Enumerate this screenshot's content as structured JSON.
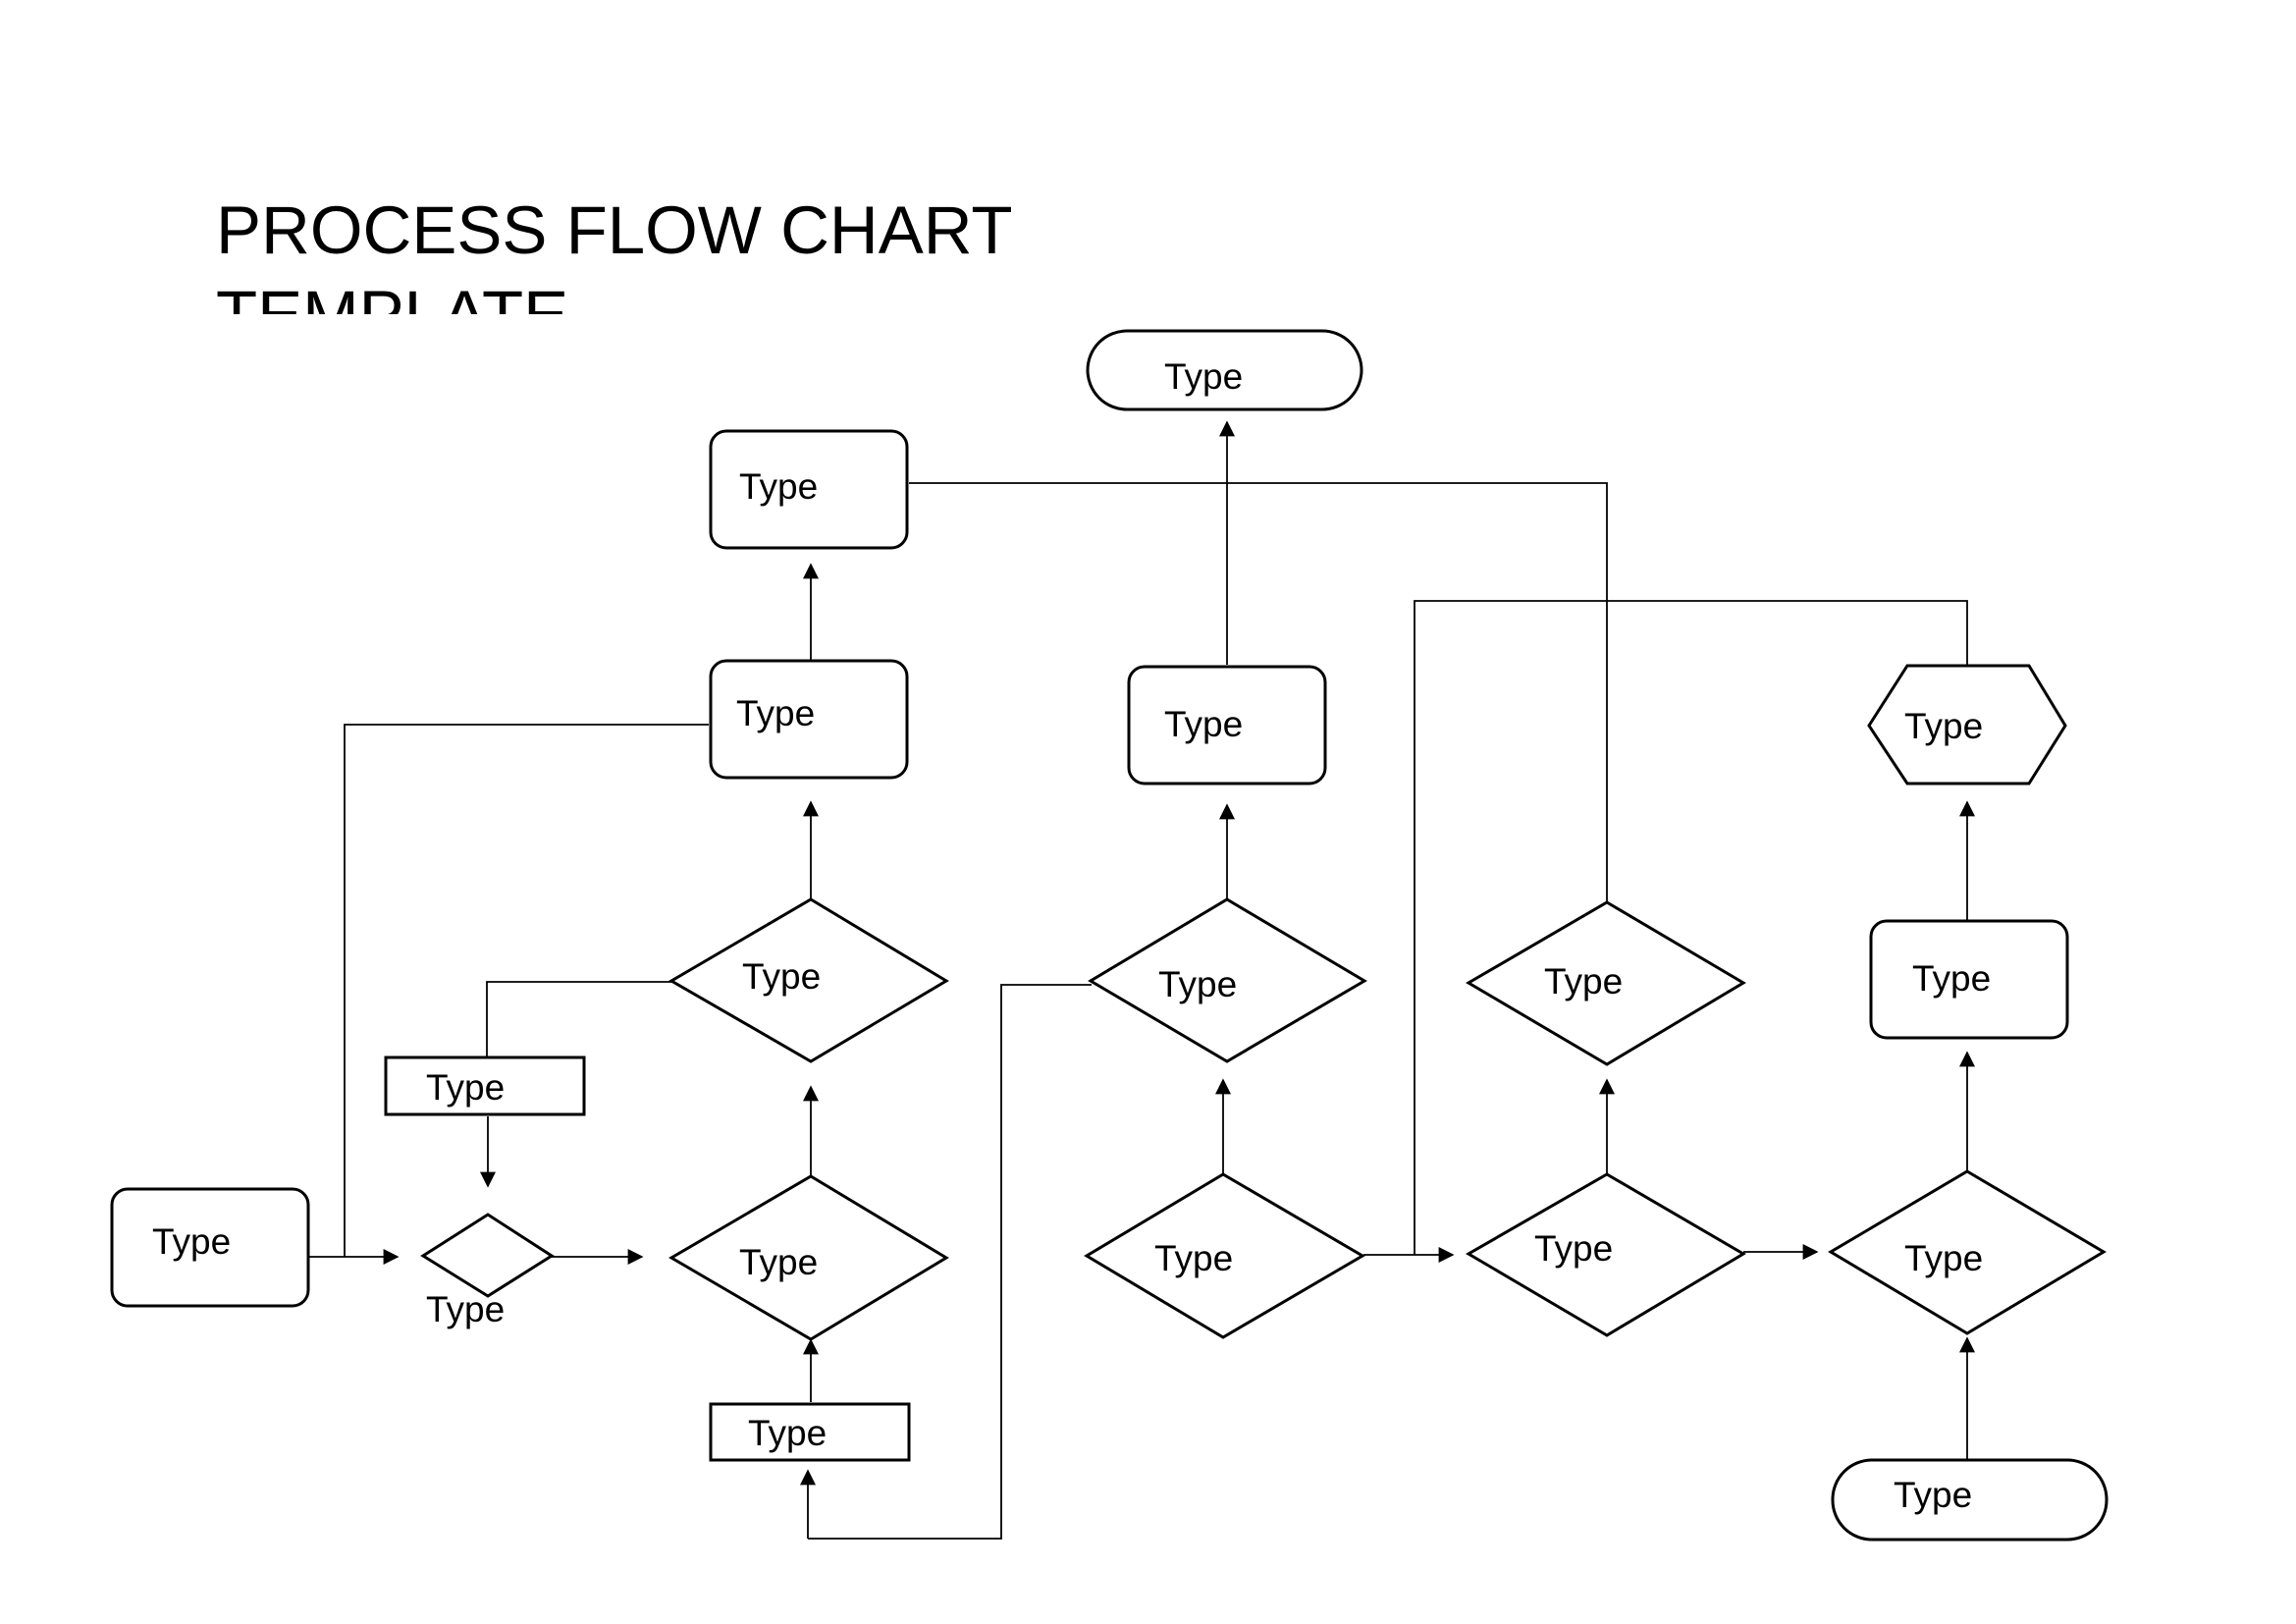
{
  "title": "PROCESS FLOW CHART TEMPLATE",
  "nodes": {
    "terminal_top": "Type",
    "process_upper": "Type",
    "process_mid_left": "Type",
    "process_mid_center": "Type",
    "hexagon_right": "Type",
    "decision_left_upper": "Type",
    "decision_center_upper": "Type",
    "decision_right_upper": "Type",
    "process_right_mid": "Type",
    "small_rect_left": "Type",
    "start_process": "Type",
    "small_decision": "Type",
    "decision_left_lower": "Type",
    "decision_center_lower": "Type",
    "decision_right_lower": "Type",
    "decision_far_right_lower": "Type",
    "small_rect_bottom": "Type",
    "terminal_bottom_right": "Type"
  }
}
